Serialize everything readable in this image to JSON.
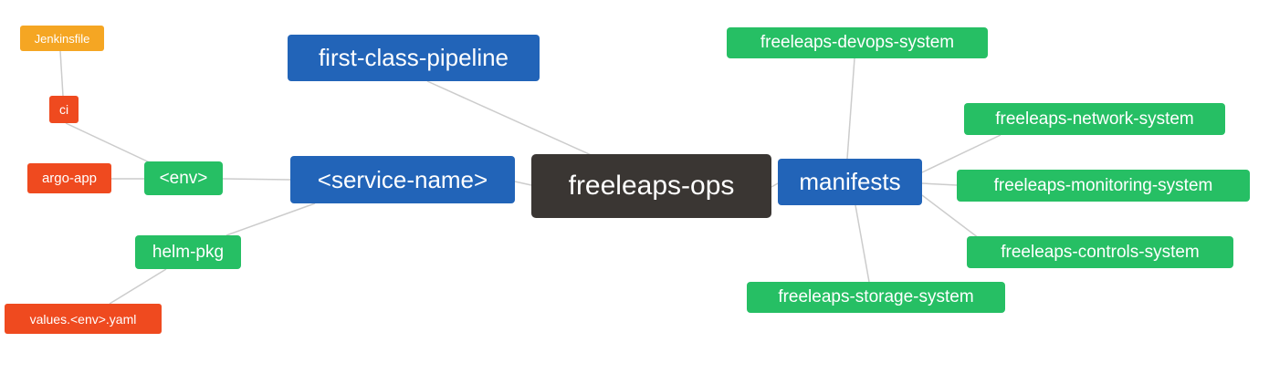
{
  "diagram": {
    "title": "freeleaps-ops mind map",
    "nodes": {
      "freeleaps_ops": {
        "label": "freeleaps-ops",
        "color": "#3a3633"
      },
      "first_class_pipeline": {
        "label": "first-class-pipeline",
        "color": "#2264b8"
      },
      "service_name": {
        "label": "<service-name>",
        "color": "#2264b8"
      },
      "manifests": {
        "label": "manifests",
        "color": "#2264b8"
      },
      "env": {
        "label": "<env>",
        "color": "#26bf64"
      },
      "helm_pkg": {
        "label": "helm-pkg",
        "color": "#26bf64"
      },
      "ci": {
        "label": "ci",
        "color": "#ef4a1f"
      },
      "argo_app": {
        "label": "argo-app",
        "color": "#ef4a1f"
      },
      "values_env_yaml": {
        "label": "values.<env>.yaml",
        "color": "#ef4a1f"
      },
      "jenkinsfile": {
        "label": "Jenkinsfile",
        "color": "#f5a623"
      },
      "devops_system": {
        "label": "freeleaps-devops-system",
        "color": "#26bf64"
      },
      "network_system": {
        "label": "freeleaps-network-system",
        "color": "#26bf64"
      },
      "monitoring_system": {
        "label": "freeleaps-monitoring-system",
        "color": "#26bf64"
      },
      "controls_system": {
        "label": "freeleaps-controls-system",
        "color": "#26bf64"
      },
      "storage_system": {
        "label": "freeleaps-storage-system",
        "color": "#26bf64"
      }
    },
    "edges": [
      [
        "jenkinsfile",
        "ci"
      ],
      [
        "ci",
        "env"
      ],
      [
        "argo_app",
        "env"
      ],
      [
        "env",
        "service_name"
      ],
      [
        "helm_pkg",
        "service_name"
      ],
      [
        "values_env_yaml",
        "helm_pkg"
      ],
      [
        "first_class_pipeline",
        "freeleaps_ops"
      ],
      [
        "service_name",
        "freeleaps_ops"
      ],
      [
        "freeleaps_ops",
        "manifests"
      ],
      [
        "manifests",
        "devops_system"
      ],
      [
        "manifests",
        "network_system"
      ],
      [
        "manifests",
        "monitoring_system"
      ],
      [
        "manifests",
        "controls_system"
      ],
      [
        "manifests",
        "storage_system"
      ]
    ],
    "colors": {
      "blue": "#2264b8",
      "green": "#26bf64",
      "dark": "#3a3633",
      "red": "#ef4a1f",
      "amber": "#f5a623",
      "edge": "#cccccc",
      "text": "#ffffff",
      "background": "#ffffff"
    }
  }
}
